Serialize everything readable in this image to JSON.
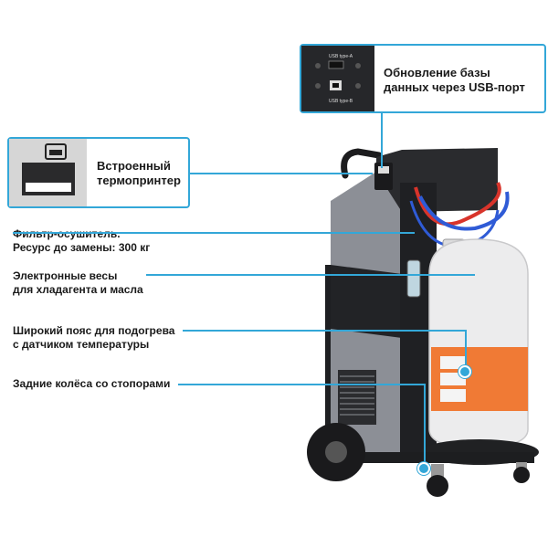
{
  "callouts": {
    "usb": {
      "text_line1": "Обновление базы",
      "text_line2": "данных через USB-порт",
      "port_a_label": "USB type-A",
      "port_b_label": "USB type-B"
    },
    "printer": {
      "text_line1": "Встроенный",
      "text_line2": "термопринтер"
    }
  },
  "labels": {
    "filter": {
      "line1": "Фильтр-осушитель.",
      "line2": "Ресурс до замены: 300 кг"
    },
    "scales": {
      "line1": "Электронные весы",
      "line2": "для хладагента и масла"
    },
    "belt": {
      "line1": "Широкий пояс для подогрева",
      "line2": "с датчиком температуры"
    },
    "wheels": {
      "line1": "Задние колёса со стопорами"
    }
  },
  "colors": {
    "accent": "#33a7d8",
    "body_gray": "#8a8d94",
    "body_dark": "#2a2a2c",
    "heater_orange": "#f07a35",
    "cylinder_white": "#e9e9ea"
  },
  "icons": [
    "usb-port-icon",
    "printer-icon"
  ]
}
